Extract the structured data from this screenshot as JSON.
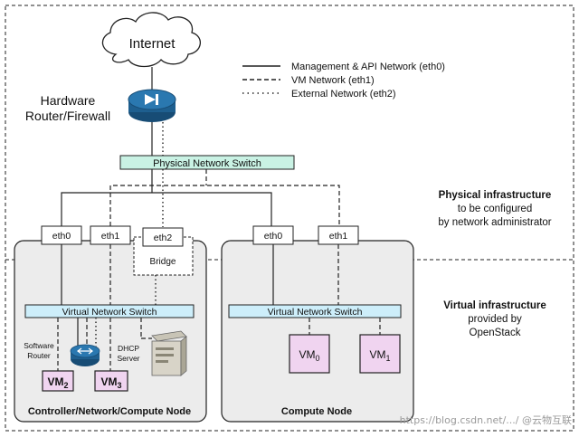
{
  "internet": {
    "label": "Internet"
  },
  "router": {
    "label_line1": "Hardware",
    "label_line2": "Router/Firewall"
  },
  "legend": {
    "items": [
      {
        "style": "solid",
        "label": "Management & API Network (eth0)"
      },
      {
        "style": "dashed",
        "label": "VM Network (eth1)"
      },
      {
        "style": "dotted",
        "label": "External Network (eth2)"
      }
    ]
  },
  "physical_switch": {
    "label": "Physical Network Switch",
    "fill": "#c9f2e4"
  },
  "physical_infra": {
    "title": "Physical infrastructure",
    "line2": "to be configured",
    "line3": "by network administrator"
  },
  "virtual_infra": {
    "title": "Virtual infrastructure",
    "line2": "provided by",
    "line3": "OpenStack"
  },
  "controller_node": {
    "eth0": "eth0",
    "eth1": "eth1",
    "eth2": "eth2",
    "bridge": "Bridge",
    "vswitch": "Virtual Network Switch",
    "software_router_1": "Software",
    "software_router_2": "Router",
    "dhcp_1": "DHCP",
    "dhcp_2": "Server",
    "vm2": "VM",
    "vm2_sub": "2",
    "vm3": "VM",
    "vm3_sub": "3",
    "name": "Controller/Network/Compute Node"
  },
  "compute_node": {
    "eth0": "eth0",
    "eth1": "eth1",
    "vswitch": "Virtual Network Switch",
    "vm0": "VM",
    "vm0_sub": "0",
    "vm1": "VM",
    "vm1_sub": "1",
    "name": "Compute Node"
  },
  "colors": {
    "vswitch_fill": "#cdeefa",
    "vm_fill": "#f0d4f0",
    "node_fill": "#ececec",
    "router_blue": "#1e5f8f"
  },
  "watermark": "https://blog.csdn.net/.../ @云物互联"
}
